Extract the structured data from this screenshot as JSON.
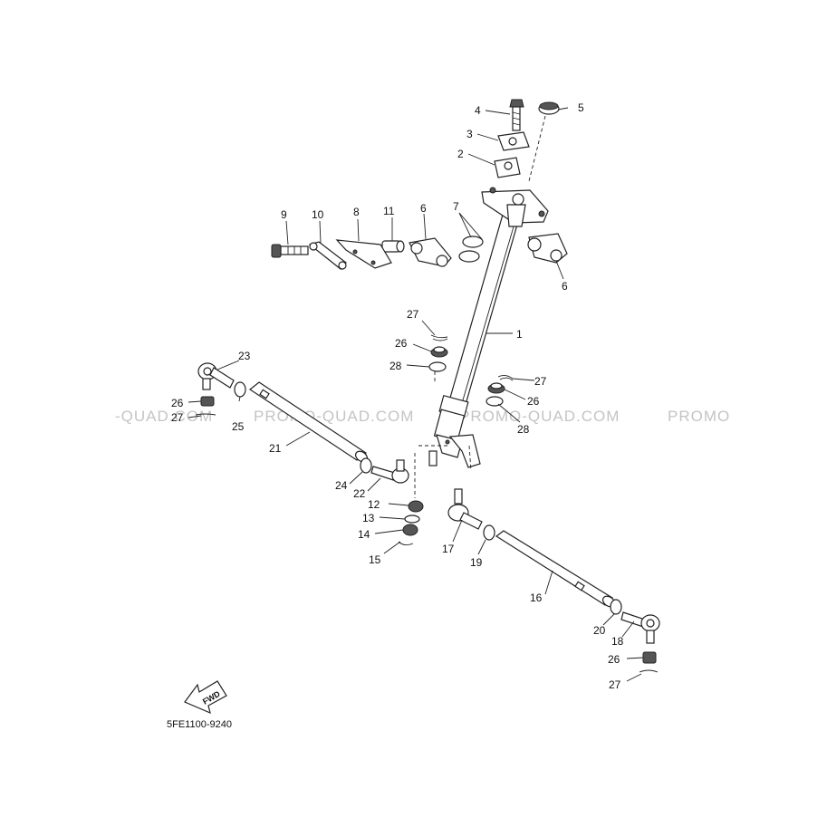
{
  "watermarks": [
    "-QUAD.COM",
    "PROMO-QUAD.COM",
    "PROMO-QUAD.COM",
    "PROMO"
  ],
  "diagram_code": "5FE1100-9240",
  "fwd_label": "FWD",
  "labels": {
    "p1": "1",
    "p2": "2",
    "p3": "3",
    "p4": "4",
    "p5": "5",
    "p6a": "6",
    "p6b": "6",
    "p7": "7",
    "p8": "8",
    "p9": "9",
    "p10": "10",
    "p11": "11",
    "p12": "12",
    "p13": "13",
    "p14": "14",
    "p15": "15",
    "p16": "16",
    "p17": "17",
    "p18": "18",
    "p19": "19",
    "p20": "20",
    "p21": "21",
    "p22": "22",
    "p23": "23",
    "p24": "24",
    "p25": "25",
    "p26a": "26",
    "p26b": "26",
    "p26c": "26",
    "p26d": "26",
    "p27a": "27",
    "p27b": "27",
    "p27c": "27",
    "p27d": "27",
    "p28a": "28",
    "p28b": "28"
  }
}
